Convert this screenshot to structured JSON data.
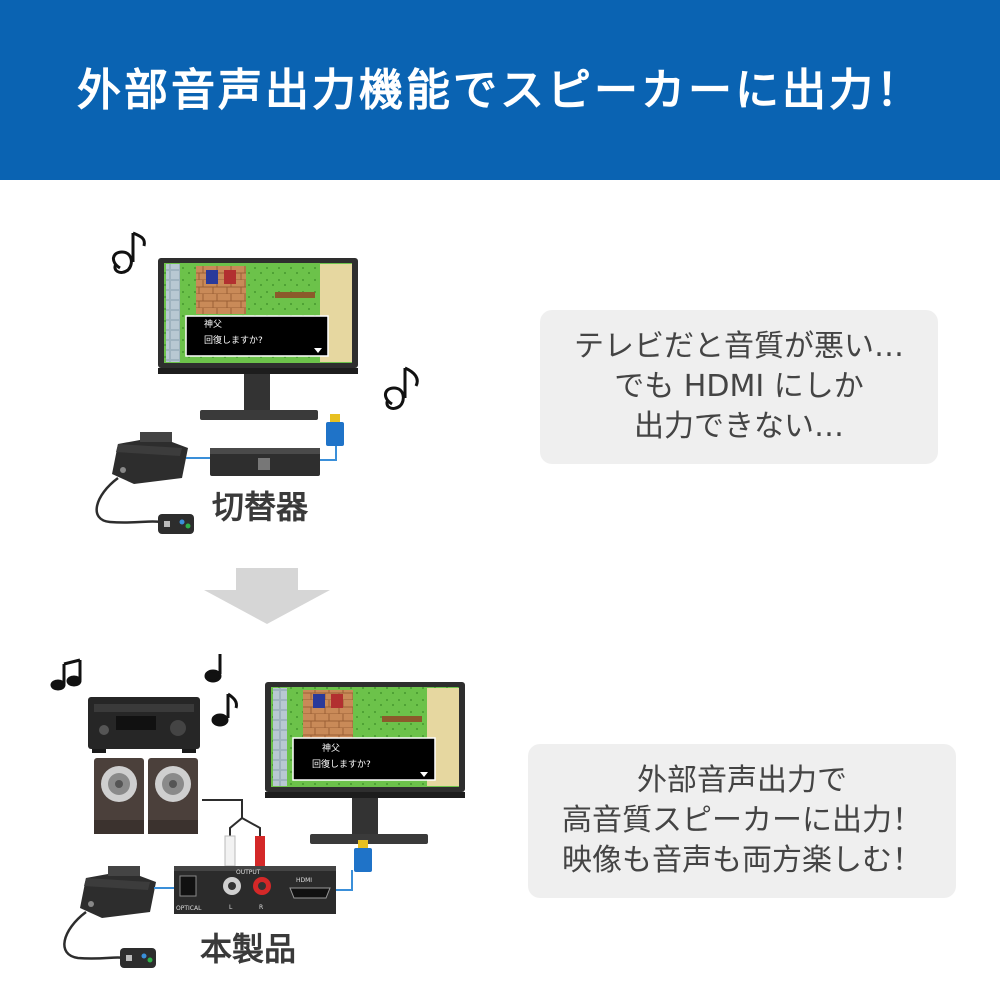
{
  "header": {
    "title": "外部音声出力機能でスピーカーに出力！"
  },
  "colors": {
    "header_bg": "#0a63b2",
    "bubble_bg": "#efefef",
    "arrow": "#d6d6d6",
    "cable_blue": "#3a8fd9",
    "hdmi_plug": "#1f73c8"
  },
  "before": {
    "bubble_lines": [
      "テレビだと音質が悪い…",
      "でも HDMI にしか",
      "出力できない…"
    ],
    "device_label": "切替器",
    "game_screen": {
      "speaker": "神父",
      "message": "回復しますか?"
    }
  },
  "after": {
    "bubble_lines": [
      "外部音声出力で",
      "高音質スピーカーに出力！",
      "映像も音声も両方楽しむ！"
    ],
    "device_label": "本製品",
    "game_screen": {
      "speaker": "神父",
      "message": "回復しますか?"
    },
    "device_ports": {
      "optical": "OPTICAL",
      "output": "OUTPUT",
      "left": "L",
      "right": "R",
      "hdmi": "HDMI"
    }
  },
  "icons": [
    "music-note-icon",
    "down-arrow-icon",
    "monitor-icon",
    "game-console-icon",
    "controller-icon",
    "switcher-icon",
    "av-receiver-icon",
    "speaker-icon",
    "converter-icon",
    "hdmi-plug-icon"
  ]
}
